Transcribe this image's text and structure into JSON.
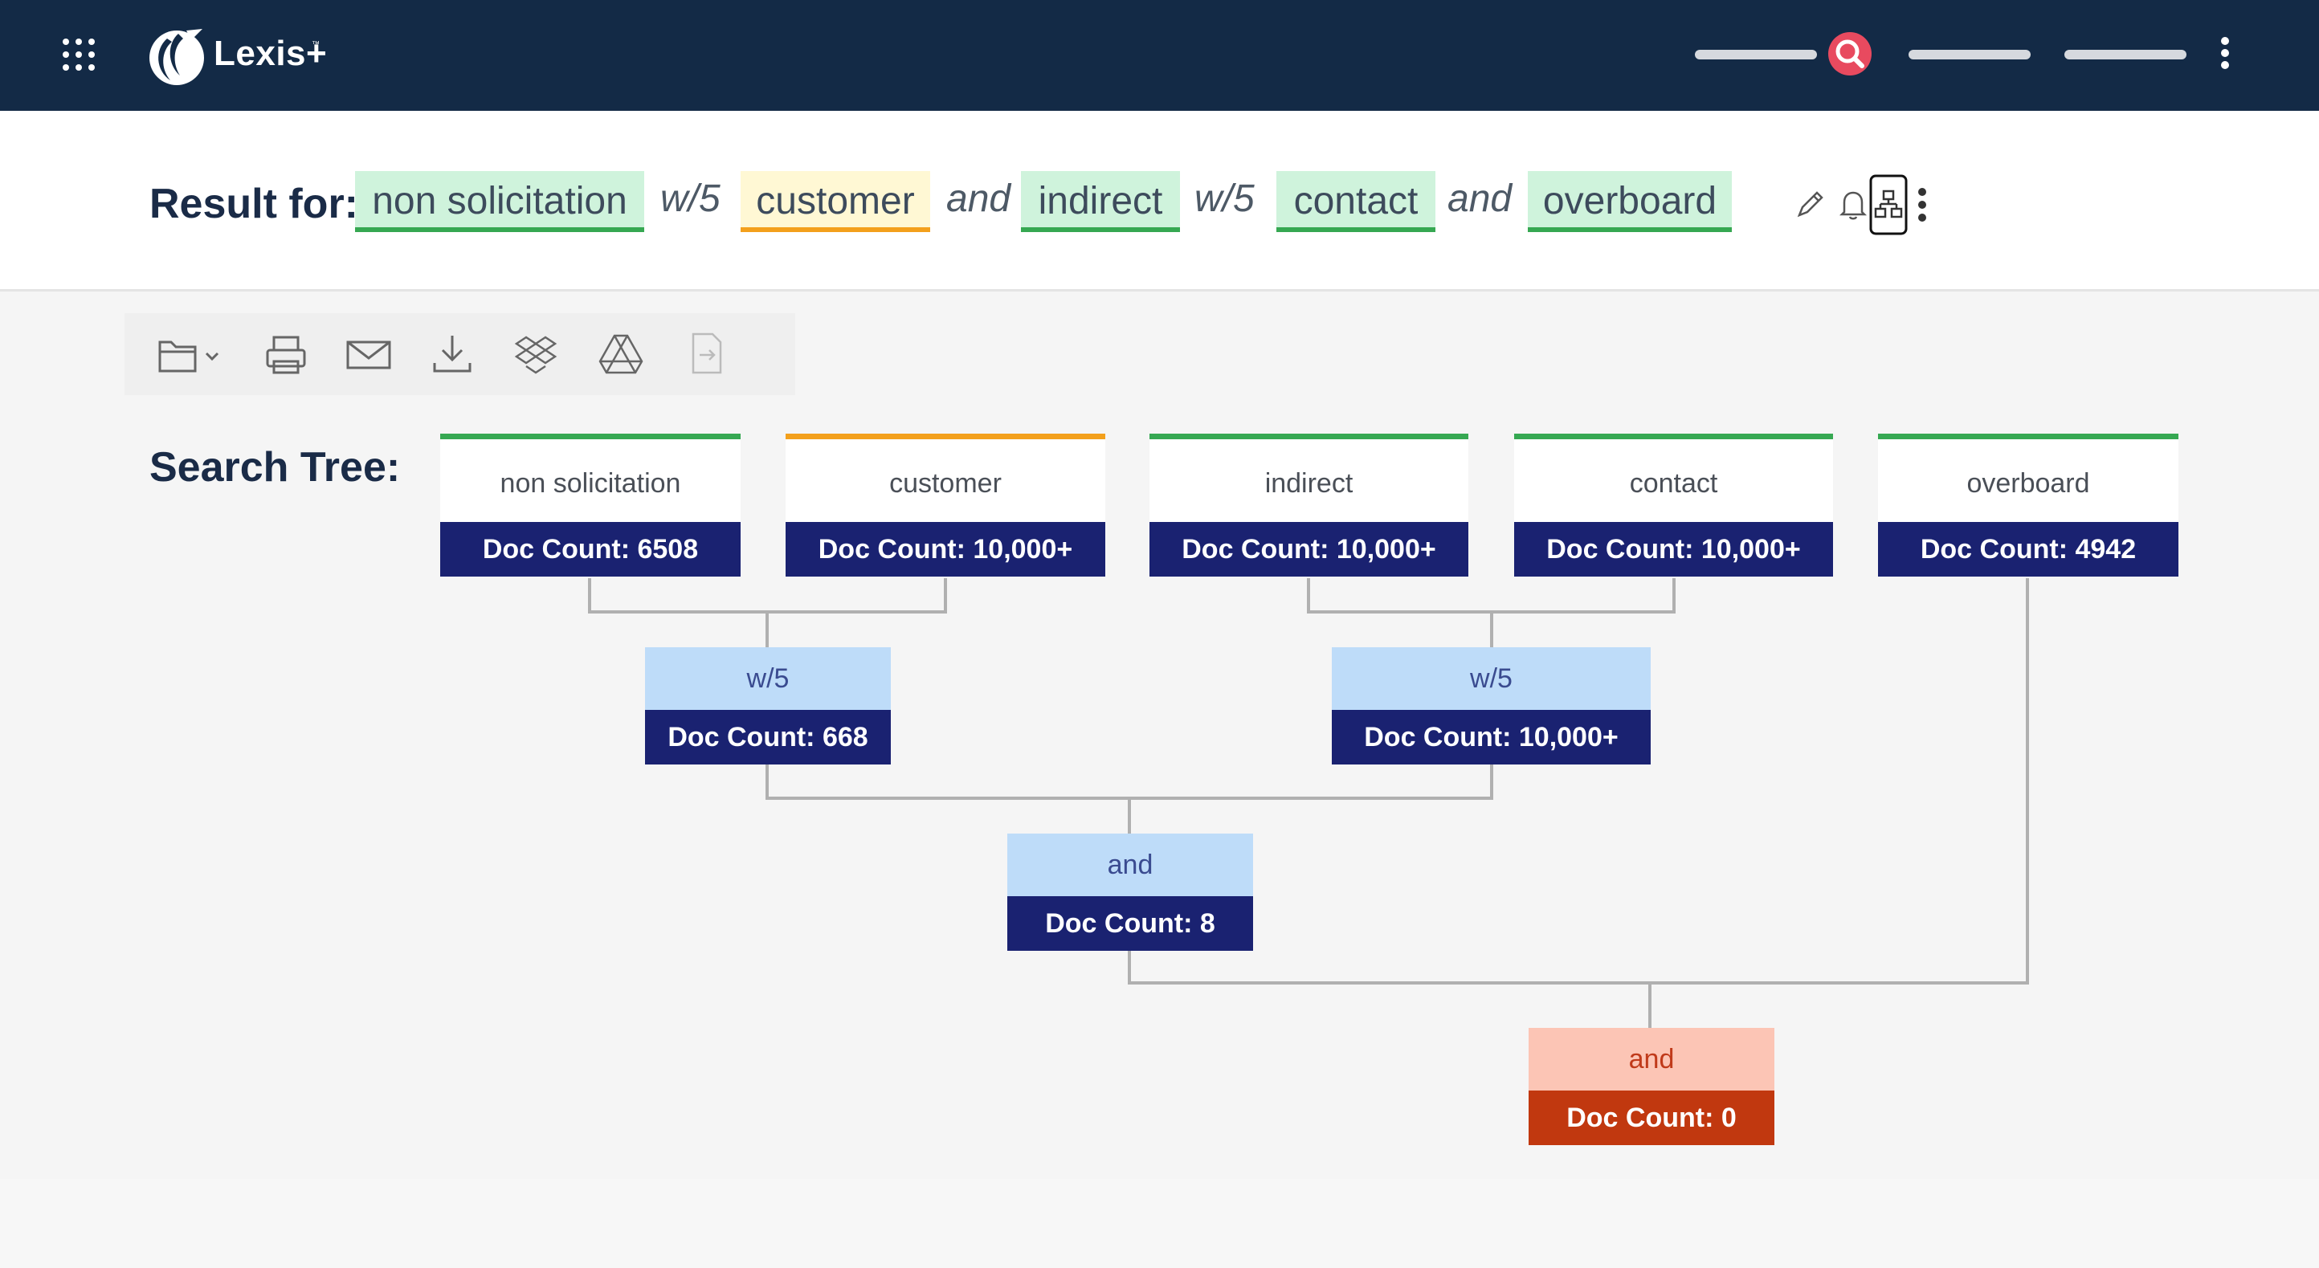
{
  "app": {
    "name": "Lexis+",
    "tm": "™"
  },
  "colors": {
    "nav_bg": "#132a46",
    "term_green": "#36a852",
    "term_orange": "#f3a01c",
    "count_bg": "#1a2271",
    "op_bg": "#bedcf9",
    "final_bg": "#c1380f"
  },
  "header": {
    "result_label": "Result for:",
    "query": [
      {
        "text": "non solicitation",
        "kind": "term",
        "color": "green"
      },
      {
        "text": "w/5",
        "kind": "operator"
      },
      {
        "text": "customer",
        "kind": "term",
        "color": "orange"
      },
      {
        "text": "and",
        "kind": "operator"
      },
      {
        "text": "indirect",
        "kind": "term",
        "color": "green"
      },
      {
        "text": "w/5",
        "kind": "operator"
      },
      {
        "text": "contact",
        "kind": "term",
        "color": "green"
      },
      {
        "text": "and",
        "kind": "operator"
      },
      {
        "text": "overboard",
        "kind": "term",
        "color": "green"
      }
    ],
    "icons": [
      "pencil-icon",
      "bell-icon",
      "search-tree-icon",
      "more-options-icon"
    ]
  },
  "toolbar": {
    "icons": [
      "folder-icon",
      "print-icon",
      "email-icon",
      "download-icon",
      "dropbox-icon",
      "google-drive-icon",
      "export-document-icon"
    ]
  },
  "tree": {
    "label": "Search Tree:",
    "leaves": [
      {
        "term": "non solicitation",
        "count": "Doc Count: 6508",
        "color": "green"
      },
      {
        "term": "customer",
        "count": "Doc Count: 10,000+",
        "color": "orange"
      },
      {
        "term": "indirect",
        "count": "Doc Count: 10,000+",
        "color": "green"
      },
      {
        "term": "contact",
        "count": "Doc Count: 10,000+",
        "color": "green"
      },
      {
        "term": "overboard",
        "count": "Doc Count: 4942",
        "color": "green"
      }
    ],
    "operators": [
      {
        "op": "w/5",
        "count": "Doc Count: 668"
      },
      {
        "op": "w/5",
        "count": "Doc Count: 10,000+"
      },
      {
        "op": "and",
        "count": "Doc Count: 8"
      },
      {
        "op": "and",
        "count": "Doc Count: 0",
        "final": true
      }
    ]
  }
}
